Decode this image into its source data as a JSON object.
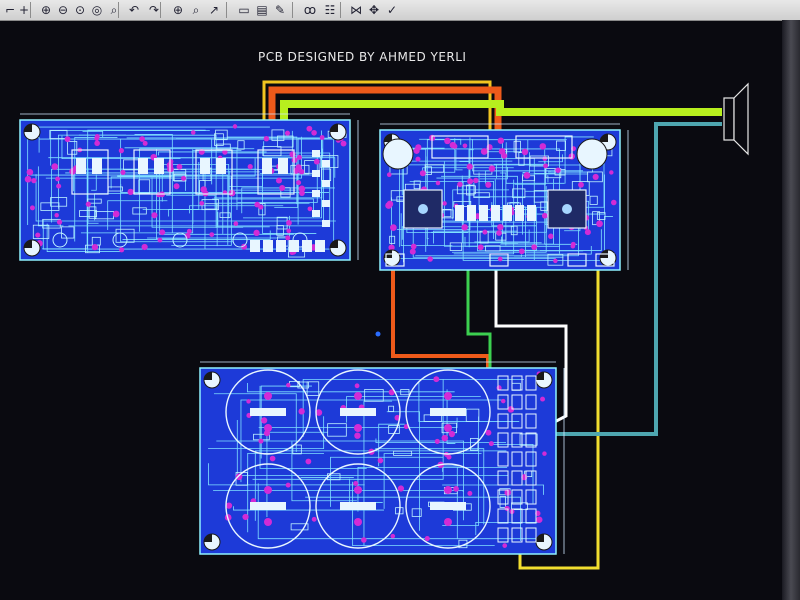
{
  "design": {
    "title": "PCB DESIGNED BY AHMED YERLI"
  },
  "toolbar": {
    "buttons": [
      {
        "name": "select-tool-icon",
        "glyph": "⌐"
      },
      {
        "name": "zoom-in-icon",
        "glyph": "+"
      },
      {
        "name": "zoom-window-icon",
        "glyph": "⊕"
      },
      {
        "name": "zoom-out-icon",
        "glyph": "⊖"
      },
      {
        "name": "zoom-fit-icon",
        "glyph": "⊙"
      },
      {
        "name": "zoom-previous-icon",
        "glyph": "◎"
      },
      {
        "name": "zoom-area-icon",
        "glyph": "⌕"
      },
      {
        "name": "undo-icon",
        "glyph": "↶"
      },
      {
        "name": "redo-icon",
        "glyph": "↷"
      },
      {
        "name": "zoom-icon",
        "glyph": "⊕"
      },
      {
        "name": "search-icon",
        "glyph": "⌕"
      },
      {
        "name": "wand-icon",
        "glyph": "↗"
      },
      {
        "name": "new-document-icon",
        "glyph": "▭"
      },
      {
        "name": "document-icon",
        "glyph": "▤"
      },
      {
        "name": "edit-document-icon",
        "glyph": "✎"
      },
      {
        "name": "binoculars-icon",
        "glyph": "ꝏ"
      },
      {
        "name": "component-list-icon",
        "glyph": "☷"
      },
      {
        "name": "netlist-icon",
        "glyph": "⋈"
      },
      {
        "name": "move-icon",
        "glyph": "✥"
      },
      {
        "name": "drc-check-icon",
        "glyph": "✓"
      }
    ]
  },
  "colors": {
    "board_fill": "#1d3ad8",
    "board_outline": "#8ff2ff",
    "pad": "#d22bd6",
    "trace": "#7fe0ff",
    "wire_orange": "#ee5a1a",
    "wire_yellow_green": "#b7ef1e",
    "wire_green": "#3cd050",
    "wire_white": "#ffffff",
    "wire_yellow": "#f1de2f",
    "wire_teal": "#4fa6b0"
  },
  "boards": [
    {
      "name": "preamp-board"
    },
    {
      "name": "amplifier-board"
    },
    {
      "name": "power-supply-board"
    }
  ],
  "speaker": {
    "name": "speaker"
  }
}
